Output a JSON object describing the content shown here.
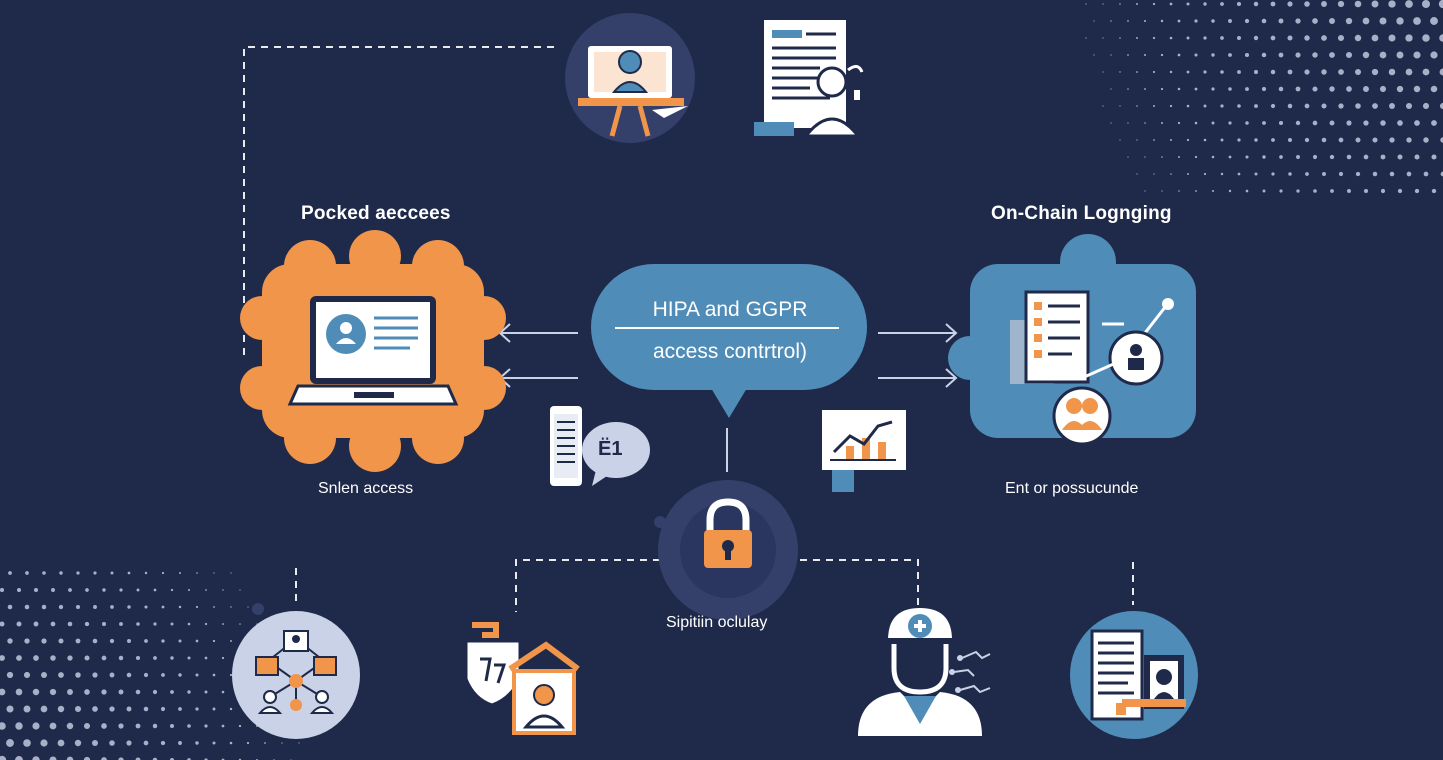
{
  "palette": {
    "background": "#1f2a4a",
    "orange": "#f0954a",
    "blue": "#4f8cb8",
    "dark_circle": "#34406a",
    "white": "#ffffff"
  },
  "center": {
    "line1": "HIPA and GGPR",
    "line2": "access contrtrol)"
  },
  "left": {
    "heading": "Pocked aeccees",
    "caption": "Snlen access"
  },
  "right": {
    "heading": "On-Chain Lognging",
    "caption": "Ent or possucunde"
  },
  "lock": {
    "caption": "Sipitiin oclulay"
  },
  "small_icon_text": "Ё1",
  "icons": [
    "presentation-user-icon",
    "document-reader-icon",
    "laptop-profile-icon",
    "documents-network-icon",
    "mobile-list-icon",
    "chat-bubble-icon",
    "analytics-board-icon",
    "padlock-icon",
    "network-users-icon",
    "shield-home-user-icon",
    "doctor-icon",
    "id-document-icon"
  ]
}
